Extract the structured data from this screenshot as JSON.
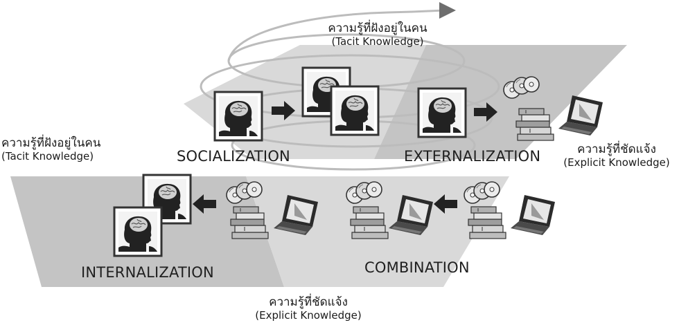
{
  "tacit_top": {
    "thai": "ความรู้ที่ฝังอยู่ในคน",
    "english": "(Tacit Knowledge)"
  },
  "tacit_left": {
    "thai": "ความรู้ที่ฝังอยู่ในคน",
    "english": "(Tacit Knowledge)"
  },
  "explicit_right": {
    "thai": "ความรู้ที่ชัดแจ้ง",
    "english": "(Explicit Knowledge)"
  },
  "explicit_bottom": {
    "thai": "ความรู้ที่ชัดแจ้ง",
    "english": "(Explicit Knowledge)"
  },
  "quadrants": {
    "socialization": "SOCIALIZATION",
    "externalization": "EXTERNALIZATION",
    "internalization": "INTERNALIZATION",
    "combination": "COMBINATION"
  },
  "icons": [
    "head-portrait-icon",
    "arrow-right-icon",
    "arrow-left-icon",
    "cd-stack-icon",
    "book-stack-icon",
    "laptop-icon",
    "spiral-arrow-icon"
  ],
  "colors": {
    "plane_light": "#d9d9d9",
    "plane_dark": "#c2c2c2",
    "spiral": "#b9b9b9",
    "frame": "#3a3a3a"
  }
}
